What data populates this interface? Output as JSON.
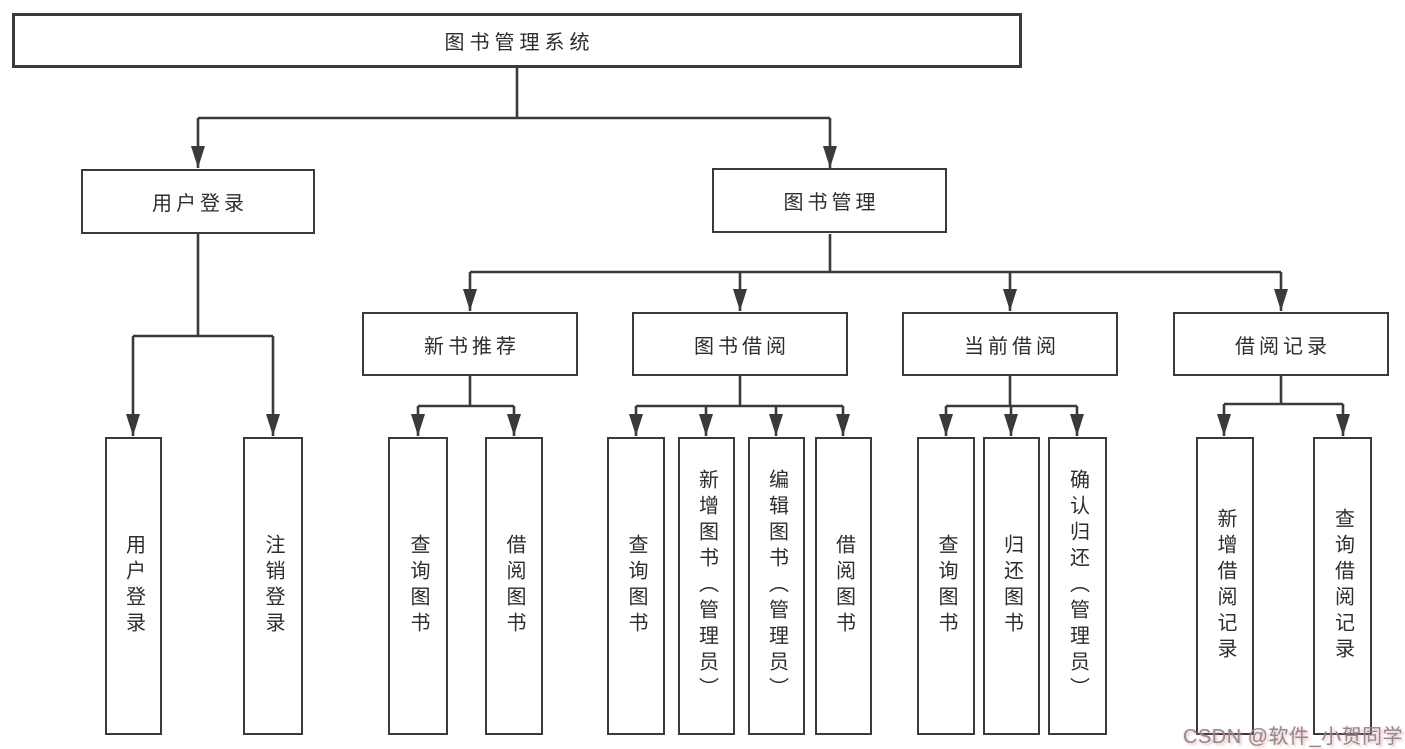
{
  "diagram": {
    "root": {
      "label": "图书管理系统"
    },
    "branches": [
      {
        "label": "用户登录",
        "children": [
          {
            "label": "用户登录"
          },
          {
            "label": "注销登录"
          }
        ]
      },
      {
        "label": "图书管理",
        "children": [
          {
            "label": "新书推荐",
            "children": [
              {
                "label": "查询图书"
              },
              {
                "label": "借阅图书"
              }
            ]
          },
          {
            "label": "图书借阅",
            "children": [
              {
                "label": "查询图书"
              },
              {
                "label": "新增图书（管理员）"
              },
              {
                "label": "编辑图书（管理员）"
              },
              {
                "label": "借阅图书"
              }
            ]
          },
          {
            "label": "当前借阅",
            "children": [
              {
                "label": "查询图书"
              },
              {
                "label": "归还图书"
              },
              {
                "label": "确认归还（管理员）"
              }
            ]
          },
          {
            "label": "借阅记录",
            "children": [
              {
                "label": "新增借阅记录"
              },
              {
                "label": "查询借阅记录"
              }
            ]
          }
        ]
      }
    ]
  },
  "watermark": {
    "text": "CSDN @软件_小贺同学",
    "color": "#8c8c8c",
    "accent": "#e89ba4"
  },
  "colors": {
    "line": "#3a3a3a",
    "box_border": "#3a3a3a",
    "text": "#2d2d2d",
    "background": "#ffffff"
  }
}
